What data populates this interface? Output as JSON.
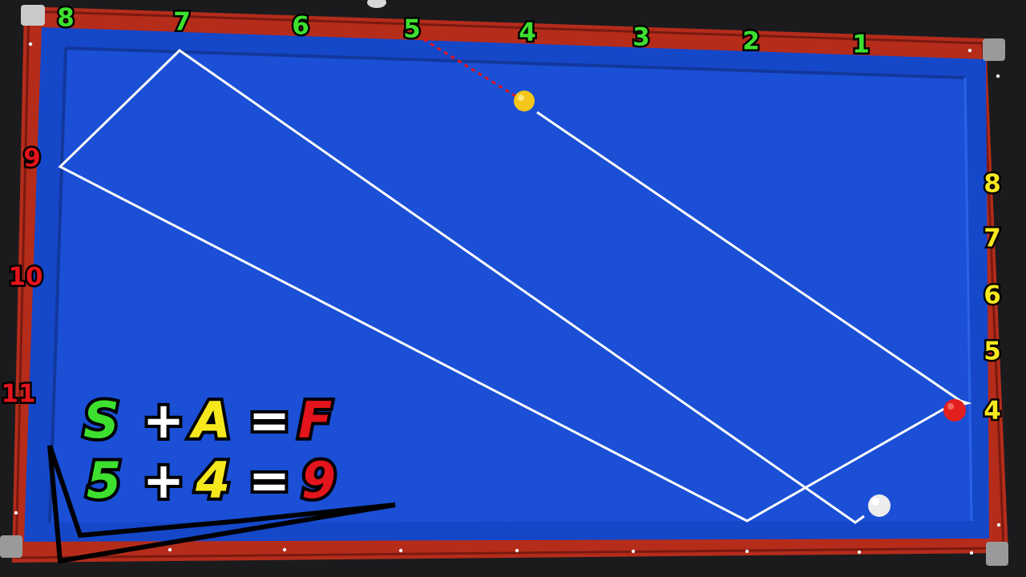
{
  "colors": {
    "cloth": "#1a4fd6",
    "rail": "#c0321e",
    "top_numbers": "#3ee02f",
    "right_numbers": "#f7e81e",
    "left_numbers": "#e3141c",
    "path": "#ffffff",
    "aim_line": "#e3141c"
  },
  "top_rail_labels": [
    "8",
    "7",
    "6",
    "5",
    "4",
    "3",
    "2",
    "1"
  ],
  "right_rail_labels": [
    "8",
    "7",
    "6",
    "5",
    "4"
  ],
  "left_rail_labels": [
    "9",
    "10",
    "11"
  ],
  "formula": {
    "line1": {
      "start": "S",
      "plus": "+",
      "aim": "A",
      "equals": "=",
      "finish": "F"
    },
    "line2": {
      "start": "5",
      "plus": "+",
      "aim": "4",
      "equals": "=",
      "finish": "9"
    }
  },
  "balls": {
    "object_ball_color": "yellow",
    "target_ball_color": "red",
    "cue_ball_color": "white"
  }
}
